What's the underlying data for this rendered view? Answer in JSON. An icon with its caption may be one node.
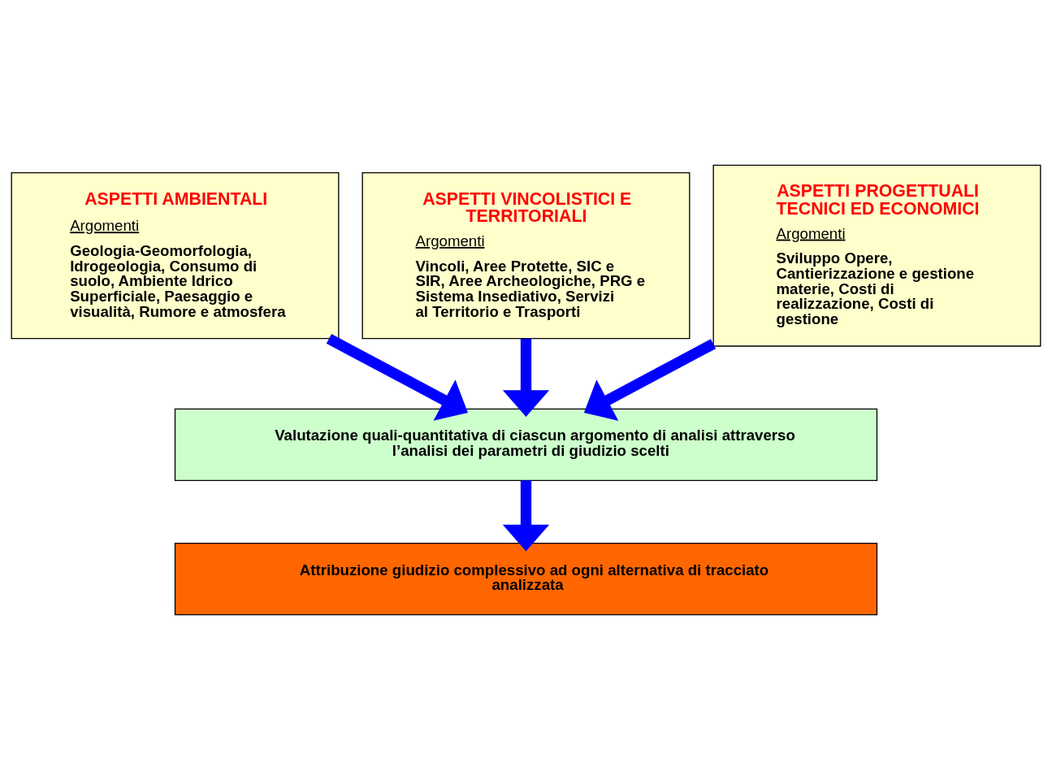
{
  "diagram": {
    "nodes": [
      {
        "text": [
          "ASPETTI AMBIENTALI",
          "Argomenti",
          "Geologia-Geomorfologia, Idrogeologia, Consumo di suolo, Ambiente Idrico Superficiale, Paesaggio e visualità, Rumore e atmosfera"
        ]
      },
      {
        "text": [
          "ASPETTI VINCOLISTICI E TERRITORIALI",
          "Argomenti",
          "Vincoli, Aree Protette, SIC e SIR, Aree Archeologiche, PRG e Sistema Insediativo, Servizi al Territorio e Trasporti"
        ]
      },
      {
        "text": [
          "ASPETTI PROGETTUALI TECNICI ED ECONOMICI",
          "Argomenti",
          "Sviluppo Opere, Cantierizzazione e gestione materie, Costi di realizzazione, Costi di gestione"
        ]
      },
      {
        "text": [
          "Valutazione quali-quantitativa di ciascun argomento di analisi attraverso l’analisi dei parametri di giudizio scelti"
        ]
      },
      {
        "text": [
          "Attribuzione giudizio complessivo ad ogni alternativa di tracciato analizzata"
        ]
      }
    ],
    "edges": [
      {
        "from": 0,
        "to": 3,
        "arrow": "to"
      },
      {
        "from": 1,
        "to": 3,
        "arrow": "to"
      },
      {
        "from": 2,
        "to": 3,
        "arrow": "to"
      },
      {
        "from": 3,
        "to": 4,
        "arrow": "to"
      }
    ]
  }
}
